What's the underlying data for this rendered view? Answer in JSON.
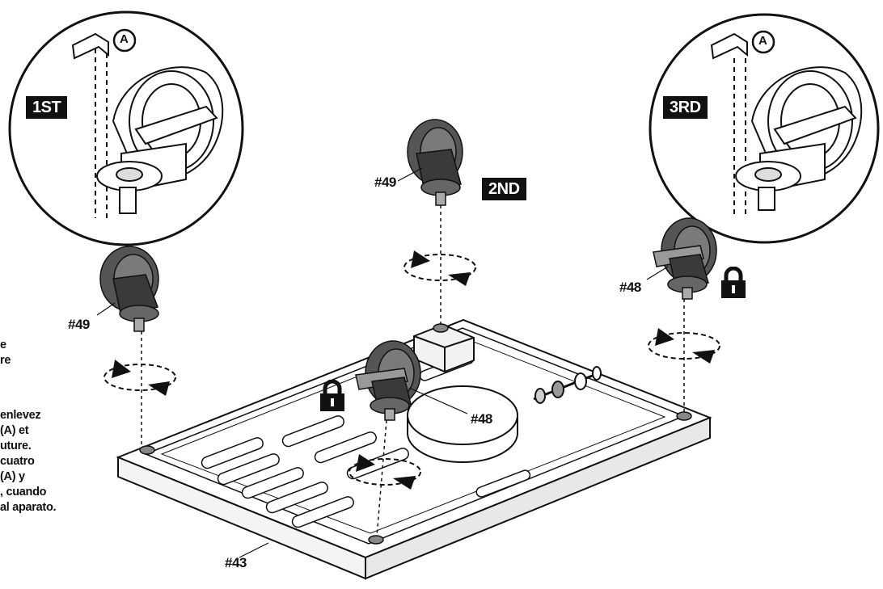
{
  "callout_markers": {
    "a_left": "A",
    "a_right": "A"
  },
  "steps": {
    "first": "1ST",
    "second": "2ND",
    "third": "3RD"
  },
  "part_labels": {
    "caster_left": "#49",
    "caster_center": "#49",
    "caster_right": "#48",
    "caster_mid_base": "#48",
    "base": "#43"
  },
  "side_text": {
    "lines": [
      "e",
      "re",
      "",
      "enlevez",
      "(A) et",
      "uture.",
      "cuatro",
      "(A) y",
      ", cuando",
      "al aparato."
    ]
  },
  "icons": {
    "lock": "padlock-closed-icon",
    "rotate": "rotate-arrows-icon"
  },
  "colors": {
    "ink": "#111111",
    "fill_dark": "#3a3a3a",
    "fill_mid": "#6a6a6a",
    "paper": "#ffffff"
  }
}
